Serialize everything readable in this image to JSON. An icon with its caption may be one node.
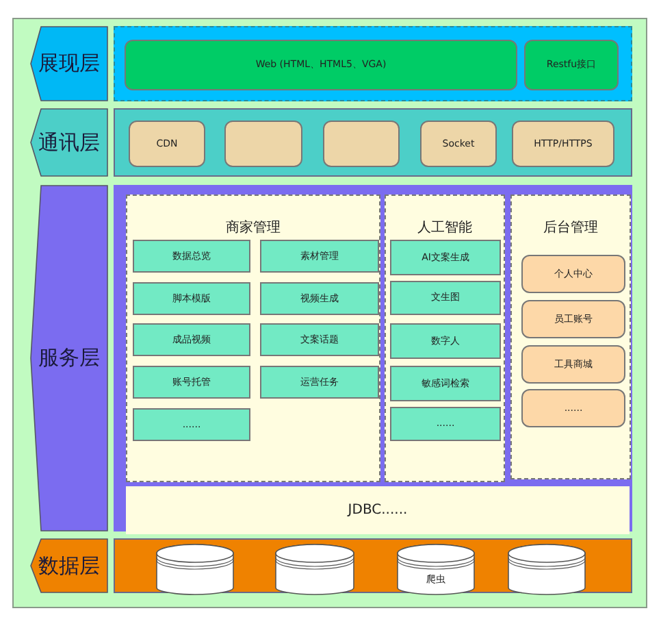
{
  "diagram": {
    "nodes": [
      {
        "text": [
          "展现层"
        ]
      },
      {
        "text": [],
        "shape": "box"
      },
      {
        "text": [
          "Web (HTML、HTML5、VGA)"
        ],
        "in": 1
      },
      {
        "text": [
          "Restfu接口"
        ],
        "in": 1
      },
      {
        "text": [
          "通讯层"
        ]
      },
      {
        "text": [],
        "shape": "box"
      },
      {
        "text": [
          "CDN"
        ],
        "in": 5
      },
      {
        "text": [],
        "shape": "box",
        "in": 5
      },
      {
        "text": [],
        "shape": "box",
        "in": 5
      },
      {
        "text": [
          "Socket"
        ],
        "in": 5
      },
      {
        "text": [
          "HTTP/HTTPS"
        ],
        "in": 5
      },
      {
        "text": [
          "服务层"
        ]
      },
      {
        "text": [],
        "shape": "box"
      },
      {
        "text": [
          "商家管理"
        ],
        "in": 12
      },
      {
        "text": [
          "数据总览"
        ],
        "in": 13
      },
      {
        "text": [
          "素材管理"
        ],
        "in": 13
      },
      {
        "text": [
          "脚本模版"
        ],
        "in": 13
      },
      {
        "text": [
          "视频生成"
        ],
        "in": 13
      },
      {
        "text": [
          "成品视频"
        ],
        "in": 13
      },
      {
        "text": [
          "文案话题"
        ],
        "in": 13
      },
      {
        "text": [
          "账号托管"
        ],
        "in": 13
      },
      {
        "text": [
          "运营任务"
        ],
        "in": 13
      },
      {
        "text": [
          "......"
        ],
        "in": 13
      },
      {
        "text": [
          "人工智能"
        ],
        "in": 12
      },
      {
        "text": [
          "AI文案生成"
        ],
        "in": 23
      },
      {
        "text": [
          "文生图"
        ],
        "in": 23
      },
      {
        "text": [
          "数字人"
        ],
        "in": 23
      },
      {
        "text": [
          "敏感词检索"
        ],
        "in": 23
      },
      {
        "text": [
          "......"
        ],
        "in": 23
      },
      {
        "text": [
          "后台管理"
        ],
        "in": 12
      },
      {
        "text": [
          "个人中心"
        ],
        "in": 29
      },
      {
        "text": [
          "员工账号"
        ],
        "in": 29
      },
      {
        "text": [
          "工具商城"
        ],
        "in": 29
      },
      {
        "text": [
          "......"
        ],
        "in": 29
      },
      {
        "text": [
          "JDBC......"
        ],
        "in": 12
      },
      {
        "text": [
          "数据层"
        ]
      },
      {
        "text": [],
        "shape": "box"
      },
      {
        "text": [],
        "shape": "cylinder",
        "in": 36
      },
      {
        "text": [],
        "shape": "cylinder",
        "in": 36
      },
      {
        "text": [
          "爬虫"
        ],
        "in": 36
      },
      {
        "text": [],
        "shape": "cylinder",
        "in": 36
      }
    ]
  }
}
